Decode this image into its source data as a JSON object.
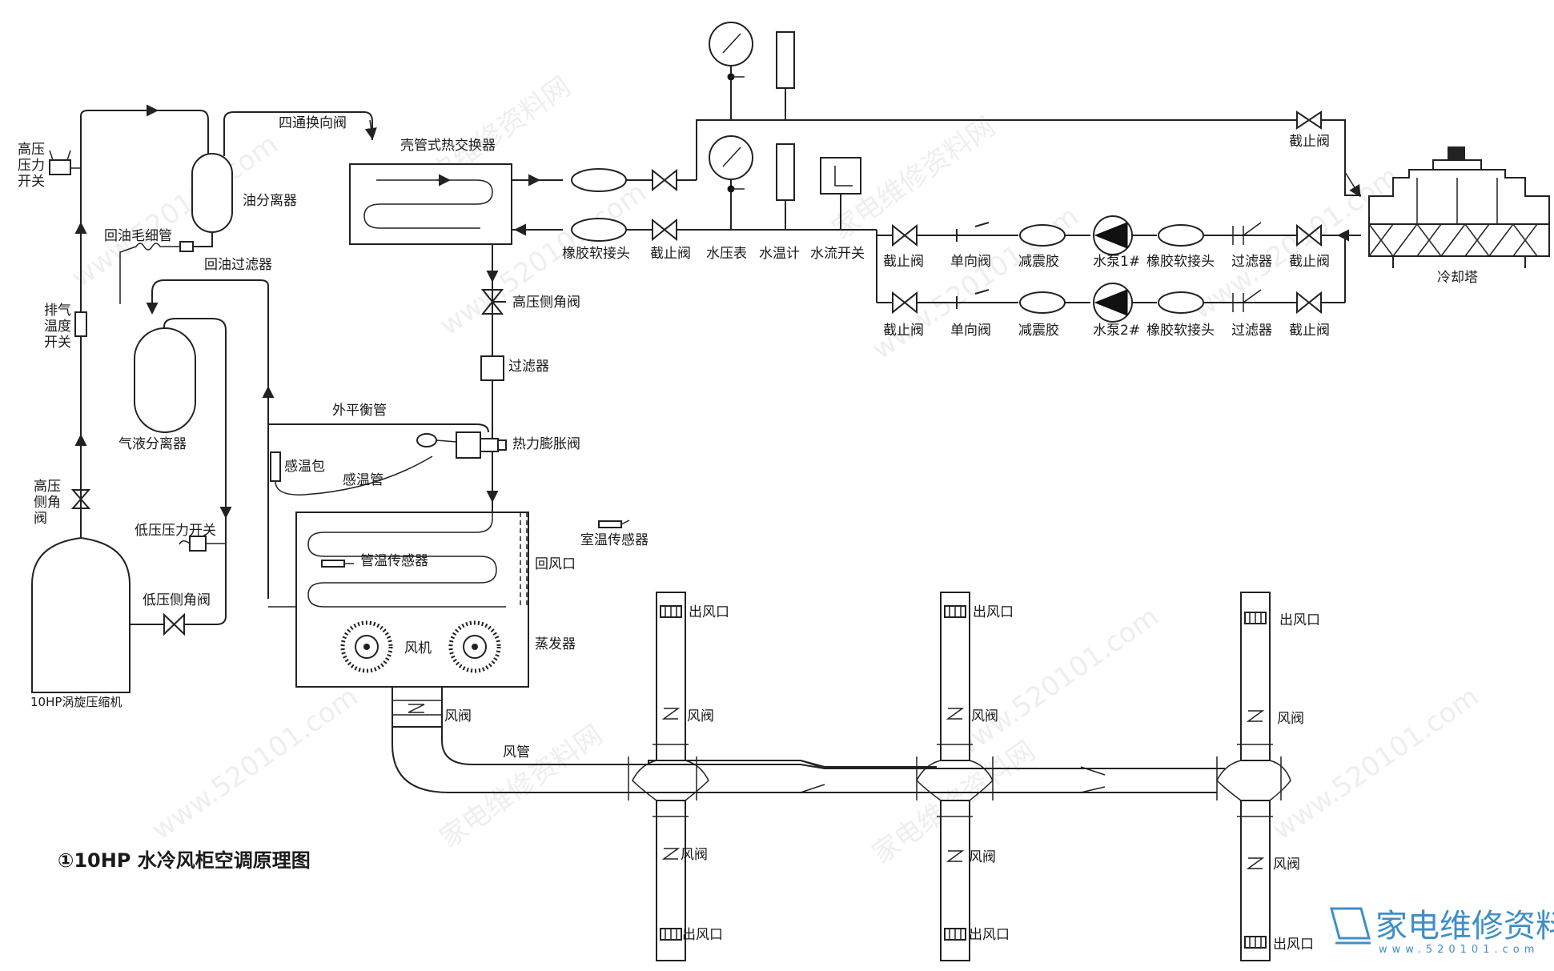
{
  "caption": "①10HP 水冷风柜空调原理图",
  "brand": {
    "name": "家电维修资料网",
    "url": "www.520101.com"
  },
  "labels": {
    "high_pressure_switch": [
      "高压",
      "压力",
      "开关"
    ],
    "four_way_valve": "四通换向阀",
    "shell_tube_hx": "壳管式热交换器",
    "oil_separator": "油分离器",
    "oil_return_capillary": "回油毛细管",
    "oil_return_filter": "回油过滤器",
    "discharge_temp_switch": [
      "排气",
      "温度",
      "开关"
    ],
    "gas_liquid_separator": "气液分离器",
    "high_side_angle_valve_left": [
      "高压",
      "侧角",
      "阀"
    ],
    "low_pressure_switch": "低压压力开关",
    "low_side_angle_valve": "低压侧角阀",
    "compressor": "10HP涡旋压缩机",
    "high_side_angle_valve": "高压侧角阀",
    "filter": "过滤器",
    "external_balance_pipe": "外平衡管",
    "thermal_expansion_valve": "热力膨胀阀",
    "temp_bulb": "感温包",
    "temp_tube": "感温管",
    "pipe_temp_sensor": "管温传感器",
    "room_temp_sensor": "室温传感器",
    "return_air_inlet": "回风口",
    "fan": "风机",
    "evaporator": "蒸发器",
    "damper": "风阀",
    "duct": "风管",
    "air_outlet": "出风口",
    "rubber_joint": "橡胶软接头",
    "stop_valve": "截止阀",
    "pressure_gauge": "水压表",
    "thermometer": "水温计",
    "flow_switch": "水流开关",
    "check_valve": "单向阀",
    "damping_rubber": "减震胶",
    "pump1": "水泵1#",
    "pump2": "水泵2#",
    "strainer": "过滤器",
    "cooling_tower": "冷却塔"
  }
}
